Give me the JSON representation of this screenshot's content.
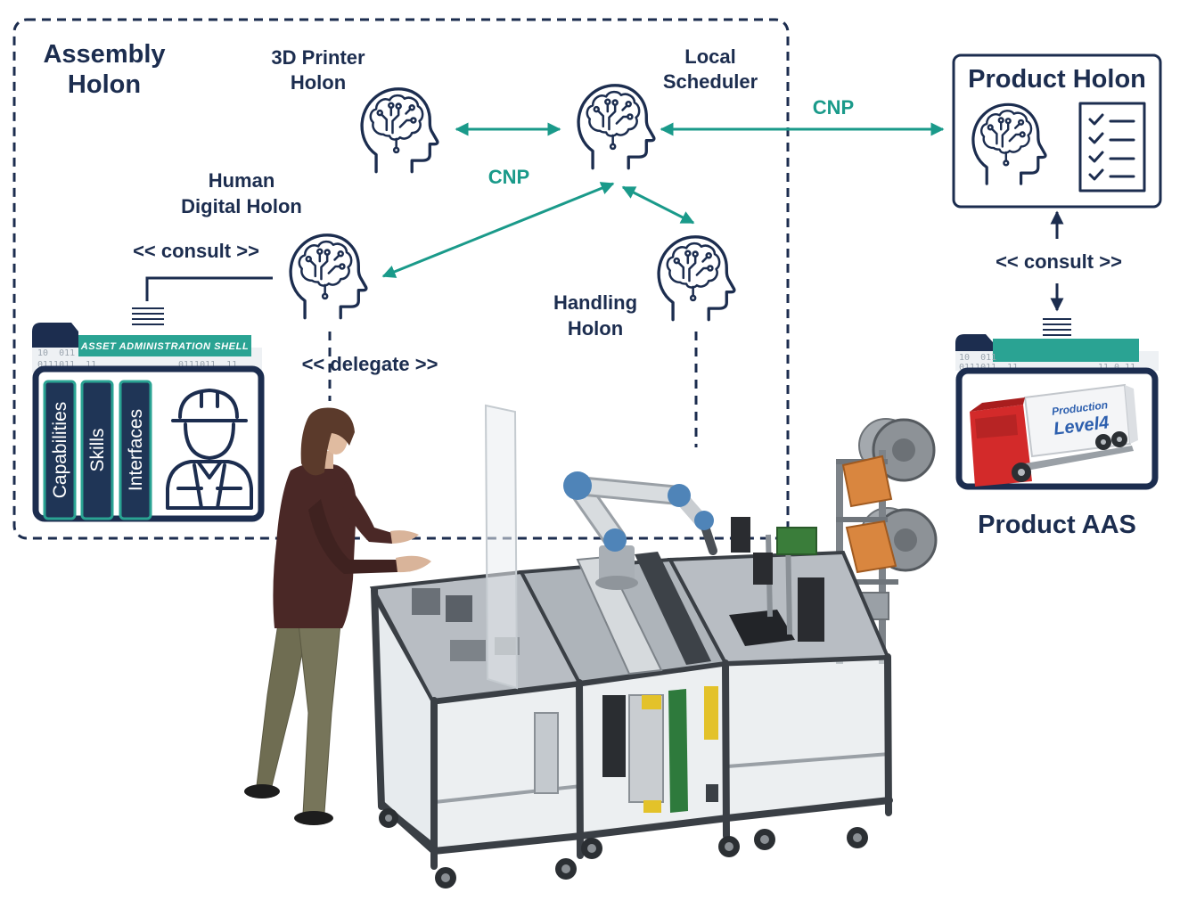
{
  "diagram": {
    "assembly_holon": {
      "line1": "Assembly",
      "line2": "Holon"
    },
    "printer_holon": {
      "line1": "3D Printer",
      "line2": "Holon"
    },
    "local_scheduler": {
      "line1": "Local",
      "line2": "Scheduler"
    },
    "human_digital_holon": {
      "line1": "Human",
      "line2": "Digital Holon"
    },
    "handling_holon": {
      "line1": "Handling",
      "line2": "Holon"
    },
    "product_holon": {
      "title": "Product Holon"
    },
    "cnp_scheduler_product": "CNP",
    "cnp_internal": "CNP",
    "consult_human": "<< consult >>",
    "consult_product": "<< consult >>",
    "delegate": "<< delegate >>",
    "asset_administration_shell": {
      "tab_label": "ASSET ADMINISTRATION SHELL",
      "binary": [
        "10  011",
        "0111011  11",
        "0111011  11"
      ],
      "columns": [
        "Capabilities",
        "Skills",
        "Interfaces"
      ]
    },
    "product_aas": {
      "label": "Product AAS",
      "binary": [
        "10  011",
        "0111011  11",
        "11 0 11"
      ],
      "truck_logo": [
        "Production",
        "Level4"
      ]
    }
  },
  "icons": [
    "brain-head-icon",
    "checklist-icon",
    "worker-icon",
    "stacked-lines-icon",
    "truck-icon"
  ],
  "colors": {
    "navy": "#1c2d4f",
    "teal": "#1a9a8a",
    "column_fill": "#1f3556",
    "cab_red": "#d32a2a",
    "robot_joint_blue": "#4f84b8"
  }
}
